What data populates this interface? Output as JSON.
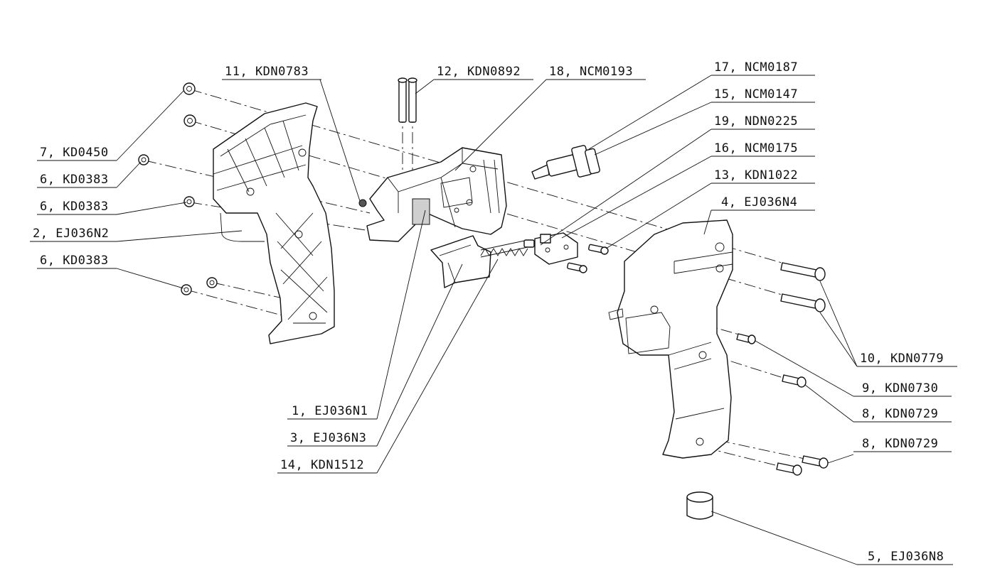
{
  "callouts": [
    {
      "id": "c11",
      "text": "11, KDN0783"
    },
    {
      "id": "c12",
      "text": "12, KDN0892"
    },
    {
      "id": "c18",
      "text": "18, NCM0193"
    },
    {
      "id": "c17",
      "text": "17, NCM0187"
    },
    {
      "id": "c15",
      "text": "15, NCM0147"
    },
    {
      "id": "c19",
      "text": "19, NDN0225"
    },
    {
      "id": "c16",
      "text": "16, NCM0175"
    },
    {
      "id": "c13",
      "text": "13, KDN1022"
    },
    {
      "id": "c4",
      "text": "4, EJ036N4"
    },
    {
      "id": "c7",
      "text": "7, KD0450"
    },
    {
      "id": "c6a",
      "text": "6, KD0383"
    },
    {
      "id": "c6b",
      "text": "6, KD0383"
    },
    {
      "id": "c2",
      "text": "2, EJ036N2"
    },
    {
      "id": "c6c",
      "text": "6, KD0383"
    },
    {
      "id": "c10",
      "text": "10, KDN0779"
    },
    {
      "id": "c9",
      "text": "9, KDN0730"
    },
    {
      "id": "c8a",
      "text": "8, KDN0729"
    },
    {
      "id": "c8b",
      "text": "8, KDN0729"
    },
    {
      "id": "c1",
      "text": "1, EJ036N1"
    },
    {
      "id": "c3",
      "text": "3, EJ036N3"
    },
    {
      "id": "c14",
      "text": "14, KDN1512"
    },
    {
      "id": "c5",
      "text": "5, EJ036N8"
    }
  ]
}
